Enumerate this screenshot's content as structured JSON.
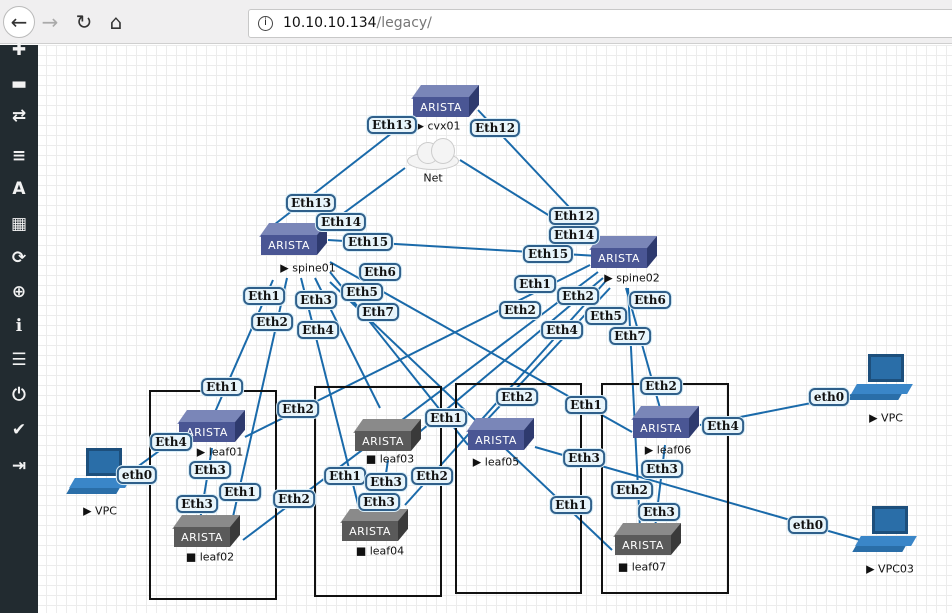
{
  "browser": {
    "url_host": "10.10.10.134",
    "url_path": "/legacy/",
    "back": "←",
    "forward": "→",
    "reload": "↻",
    "home": "⌂",
    "info": "i"
  },
  "sidebar": {
    "items": [
      {
        "icon": "plus-icon",
        "glyph": "✚"
      },
      {
        "icon": "drive-icon",
        "glyph": "▬"
      },
      {
        "icon": "transfer-icon",
        "glyph": "⇄"
      },
      {
        "icon": "align-left-icon",
        "glyph": "≡"
      },
      {
        "icon": "text-icon",
        "glyph": "A"
      },
      {
        "icon": "grid-icon",
        "glyph": "▦"
      },
      {
        "icon": "refresh-icon",
        "glyph": "⟳"
      },
      {
        "icon": "zoom-in-icon",
        "glyph": "⊕"
      },
      {
        "icon": "info-icon",
        "glyph": "ℹ"
      },
      {
        "icon": "list-icon",
        "glyph": "☰"
      },
      {
        "icon": "power-icon",
        "glyph": "⏻"
      },
      {
        "icon": "check-circle-icon",
        "glyph": "✔"
      },
      {
        "icon": "sign-out-icon",
        "glyph": "⇥"
      }
    ]
  },
  "nodes": {
    "cvx01": "▶ cvx01",
    "net": "Net",
    "spine01": "▶ spine01",
    "spine02": "▶ spine02",
    "leaf01": "▶ leaf01",
    "leaf02": "■ leaf02",
    "leaf03": "■ leaf03",
    "leaf04": "■ leaf04",
    "leaf05": "▶ leaf05",
    "leaf06": "▶ leaf06",
    "leaf07": "■ leaf07",
    "vpc_left": "▶ VPC",
    "vpc_right": "▶ VPC",
    "vpc03": "▶ VPC03",
    "brand": "ARISTA"
  },
  "ports": [
    "Eth13",
    "Eth13",
    "Eth12",
    "Eth12",
    "Eth14",
    "Eth14",
    "Eth15",
    "Eth15",
    "Eth1",
    "Eth1",
    "Eth2",
    "Eth1",
    "Eth4",
    "Eth1",
    "Eth3",
    "Eth1",
    "Eth5",
    "Eth1",
    "Eth6",
    "Eth1",
    "Eth7",
    "Eth1",
    "Eth1",
    "Eth2",
    "Eth2",
    "Eth2",
    "Eth3",
    "Eth2",
    "Eth4",
    "Eth2",
    "Eth5",
    "Eth2",
    "Eth6",
    "Eth2",
    "Eth7",
    "Eth2",
    "Eth3",
    "Eth3",
    "Eth3",
    "Eth3",
    "Eth3",
    "eth0",
    "Eth3",
    "Eth3",
    "Eth4",
    "eth0",
    "Eth4",
    "eth0",
    "Eth2"
  ],
  "colors": {
    "link": "#1a6aaa",
    "sidebar": "#222b30",
    "grid": "#ececec"
  }
}
